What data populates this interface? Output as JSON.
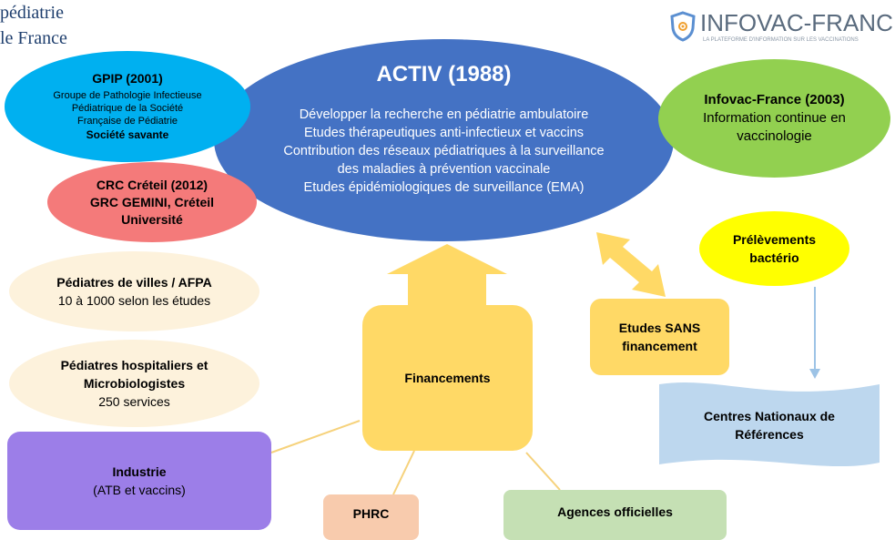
{
  "header": {
    "line1": "pédiatrie",
    "line2": "le France"
  },
  "logo": {
    "name": "INFOVAC-FRANCE",
    "tagline": "LA PLATEFORME D'INFORMATION SUR LES VACCINATIONS"
  },
  "activ": {
    "title": "ACTIV (1988)",
    "lines": [
      "Développer la recherche en pédiatrie ambulatoire",
      "Etudes thérapeutiques anti-infectieux et vaccins",
      "Contribution des réseaux pédiatriques à la surveillance",
      "des maladies à prévention vaccinale",
      "Etudes épidémiologiques de surveillance (EMA)"
    ]
  },
  "gpip": {
    "title": "GPIP (2001)",
    "lines": [
      "Groupe de Pathologie Infectieuse",
      "Pédiatrique de la Société",
      "Française de Pédiatrie"
    ],
    "footer": "Société savante"
  },
  "crc": {
    "line1": "CRC Créteil (2012)",
    "line2": "GRC GEMINI, Créteil",
    "line3": "Université"
  },
  "infovac": {
    "title": "Infovac-France (2003)",
    "line1": "Information continue en",
    "line2": "vaccinologie"
  },
  "pediatres_ville": {
    "title": "Pédiatres de villes / AFPA",
    "subtitle": "10 à 1000 selon les études"
  },
  "pediatres_hosp": {
    "line1": "Pédiatres hospitaliers et",
    "line2": "Microbiologistes",
    "subtitle": "250 services"
  },
  "financements": {
    "label": "Financements"
  },
  "etudes_sans": {
    "line1": "Etudes SANS",
    "line2": "financement"
  },
  "prelevements": {
    "line1": "Prélèvements",
    "line2": "bactério"
  },
  "centres": {
    "line1": "Centres Nationaux de",
    "line2": "Références"
  },
  "industrie": {
    "title": "Industrie",
    "subtitle": "(ATB et vaccins)"
  },
  "phrc": {
    "label": "PHRC"
  },
  "agences": {
    "label": "Agences officielles"
  },
  "colors": {
    "activ": "#4472c4",
    "gpip": "#00b0f0",
    "crc": "#f47a7a",
    "infovac": "#92d050",
    "prelevements": "#ffff00",
    "financements": "#ffd966",
    "centres": "#bdd7ee",
    "industrie": "#9c7ee8",
    "phrc": "#f8cbad",
    "agences": "#c5e0b4",
    "pediatres": "#fdf2dc"
  }
}
